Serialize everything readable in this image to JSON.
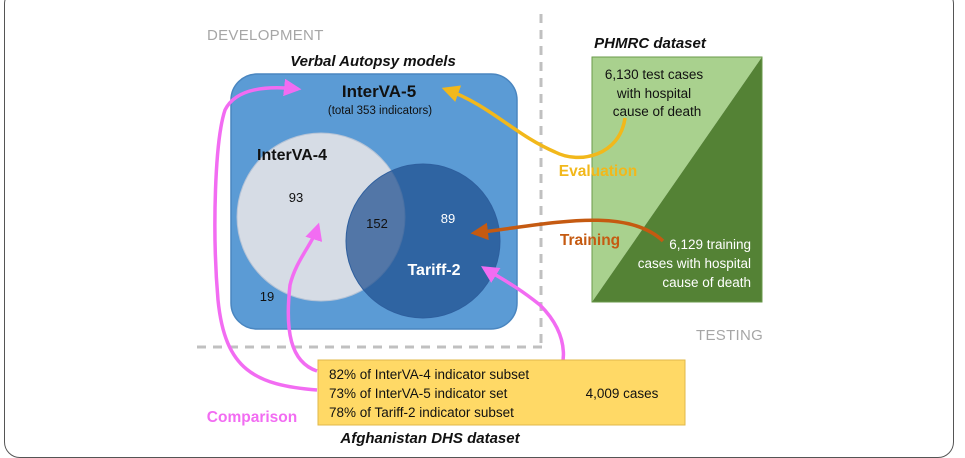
{
  "sections": {
    "development": "DEVELOPMENT",
    "testing": "TESTING"
  },
  "va_models": {
    "title": "Verbal Autopsy models",
    "interva5": {
      "name": "InterVA-5",
      "subtitle": "(total 353 indicators)"
    },
    "interva4": {
      "name": "InterVA-4"
    },
    "tariff2": {
      "name": "Tariff-2"
    },
    "counts": {
      "interva4_only": "93",
      "overlap": "152",
      "tariff2_only": "89",
      "interva5_only": "19"
    }
  },
  "phmrc": {
    "title": "PHMRC dataset",
    "test_lines": [
      "6,130 test cases",
      "with hospital",
      "cause of death"
    ],
    "train_lines": [
      "6,129 training",
      "cases with hospital",
      "cause of death"
    ]
  },
  "arrows": {
    "evaluation": "Evaluation",
    "training": "Training",
    "comparison": "Comparison"
  },
  "afghanistan": {
    "title": "Afghanistan DHS dataset",
    "subsets": [
      "82% of InterVA-4 indicator subset",
      "73% of InterVA-5 indicator set",
      "78% of Tariff-2 indicator subset"
    ],
    "cases": "4,009 cases"
  },
  "colors": {
    "interva5_box": "#5b9bd5",
    "interva4_circle": "#d6dce5",
    "tariff2_circle": "#2e5f9e",
    "test_triangle": "#a9d18e",
    "train_triangle": "#548235",
    "evaluation_arrow": "#f2b81b",
    "training_arrow": "#c55a11",
    "comparison_arrow": "#f26cf2",
    "dhs_box": "#ffd966"
  }
}
